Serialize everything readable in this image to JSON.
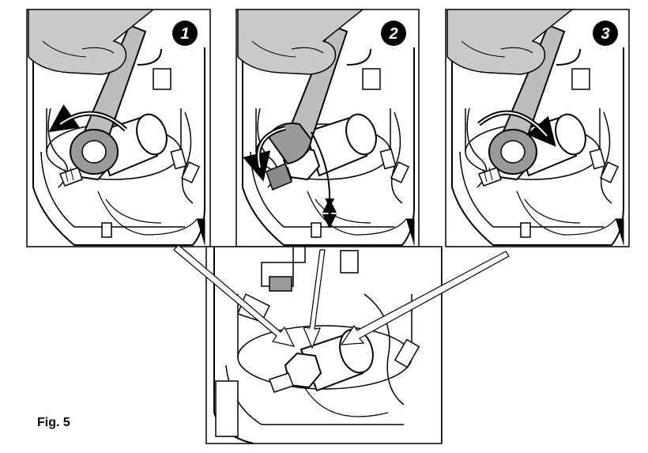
{
  "figure": {
    "label": "Fig. 5",
    "steps": [
      "1",
      "2",
      "3"
    ]
  },
  "panels": [
    {
      "step": "1",
      "action": "rotate-counterclockwise"
    },
    {
      "step": "2",
      "action": "rotate-counterclockwise"
    },
    {
      "step": "3",
      "action": "rotate-clockwise"
    }
  ],
  "colors": {
    "ink": "#000000",
    "paper": "#ffffff",
    "shade": "#cfcfcf",
    "shade_dark": "#9a9a9a"
  }
}
